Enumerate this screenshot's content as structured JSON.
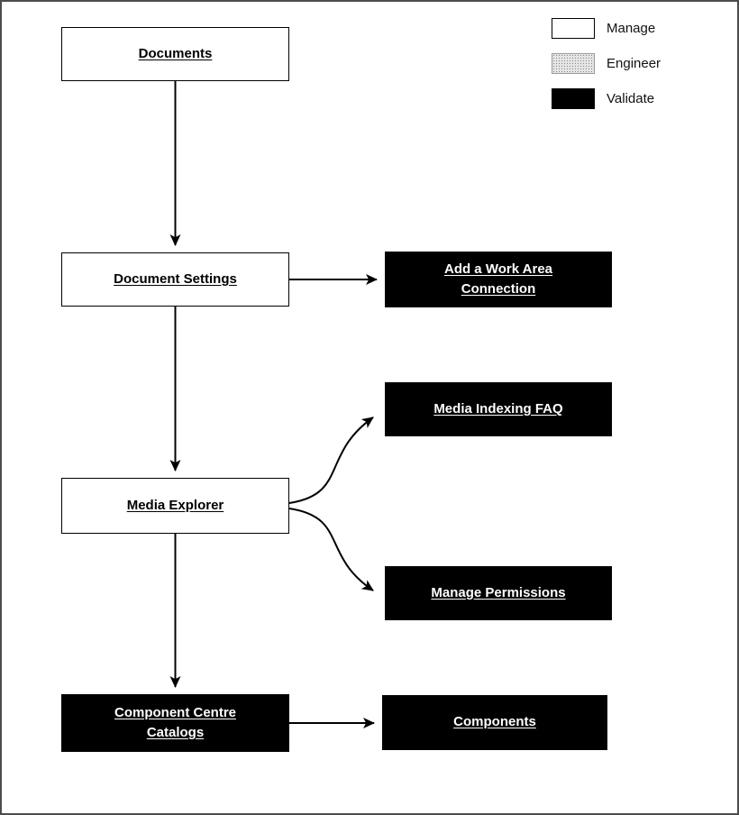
{
  "legend": {
    "items": [
      {
        "id": "manage",
        "label": "Manage",
        "fill": "#ffffff"
      },
      {
        "id": "engineer",
        "label": "Engineer",
        "fill": "#d9d9d9"
      },
      {
        "id": "validate",
        "label": "Validate",
        "fill": "#000000"
      }
    ]
  },
  "nodes": {
    "documents": {
      "label": "Documents",
      "category": "manage"
    },
    "document_settings": {
      "label": "Document Settings",
      "category": "manage"
    },
    "media_explorer": {
      "label": "Media Explorer",
      "category": "manage"
    },
    "component_centre_catalogs": {
      "label": "Component Centre Catalogs",
      "category": "validate"
    },
    "add_a_work_area_connection": {
      "label": "Add a Work Area Connection",
      "category": "validate"
    },
    "media_indexing_faq": {
      "label": "Media Indexing FAQ",
      "category": "validate"
    },
    "manage_permissions": {
      "label": "Manage Permissions",
      "category": "validate"
    },
    "components": {
      "label": "Components",
      "category": "validate"
    }
  },
  "edges": [
    {
      "from": "documents",
      "to": "document_settings"
    },
    {
      "from": "document_settings",
      "to": "add_a_work_area_connection"
    },
    {
      "from": "document_settings",
      "to": "media_explorer"
    },
    {
      "from": "media_explorer",
      "to": "media_indexing_faq"
    },
    {
      "from": "media_explorer",
      "to": "manage_permissions"
    },
    {
      "from": "media_explorer",
      "to": "component_centre_catalogs"
    },
    {
      "from": "component_centre_catalogs",
      "to": "components"
    }
  ],
  "colors": {
    "node_border": "#000000",
    "arrow": "#000000",
    "page_border": "#4d4d4d",
    "validate_text": "#ffffff",
    "manage_text": "#000000"
  }
}
